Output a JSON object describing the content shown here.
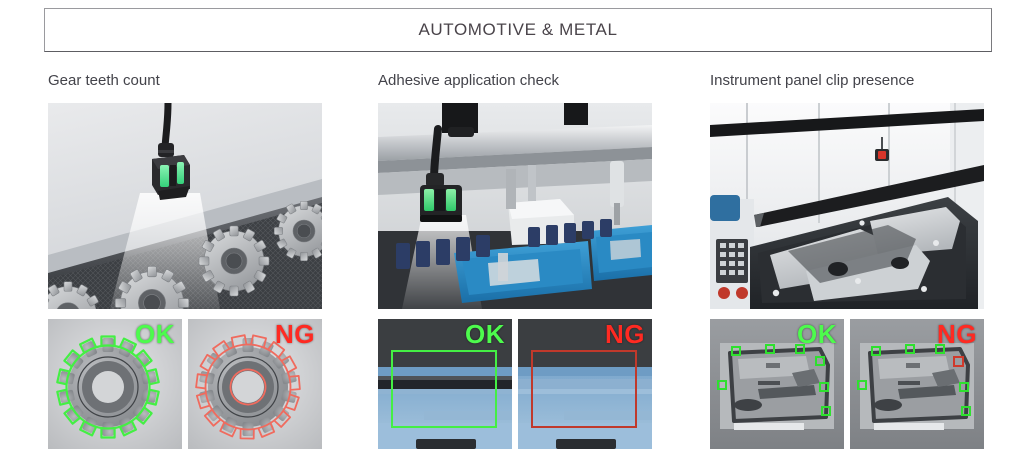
{
  "banner": {
    "title": "AUTOMOTIVE & METAL"
  },
  "colors": {
    "ok": "#4dfb4d",
    "ng": "#ff2a22",
    "banner_border": "#9a9a9e",
    "title_text": "#43434a",
    "background": "#ffffff"
  },
  "columns": [
    {
      "title": "Gear teeth count",
      "hero_icon": "vision-sensor-over-conveyor-with-gears",
      "results": [
        {
          "verdict": "OK",
          "icon": "gear-outline-green-pass"
        },
        {
          "verdict": "NG",
          "icon": "gear-outline-red-fail"
        }
      ]
    },
    {
      "title": "Adhesive application check",
      "hero_icon": "adhesive-dispensing-line-with-blue-trays",
      "results": [
        {
          "verdict": "OK",
          "icon": "adhesive-bead-present-green-box"
        },
        {
          "verdict": "NG",
          "icon": "adhesive-bead-missing-red-box"
        }
      ]
    },
    {
      "title": "Instrument panel clip presence",
      "hero_icon": "instrument-panel-in-inspection-fixture",
      "results": [
        {
          "verdict": "OK",
          "icon": "clips-all-present-green-markers"
        },
        {
          "verdict": "NG",
          "icon": "clip-missing-red-marker"
        }
      ]
    }
  ]
}
